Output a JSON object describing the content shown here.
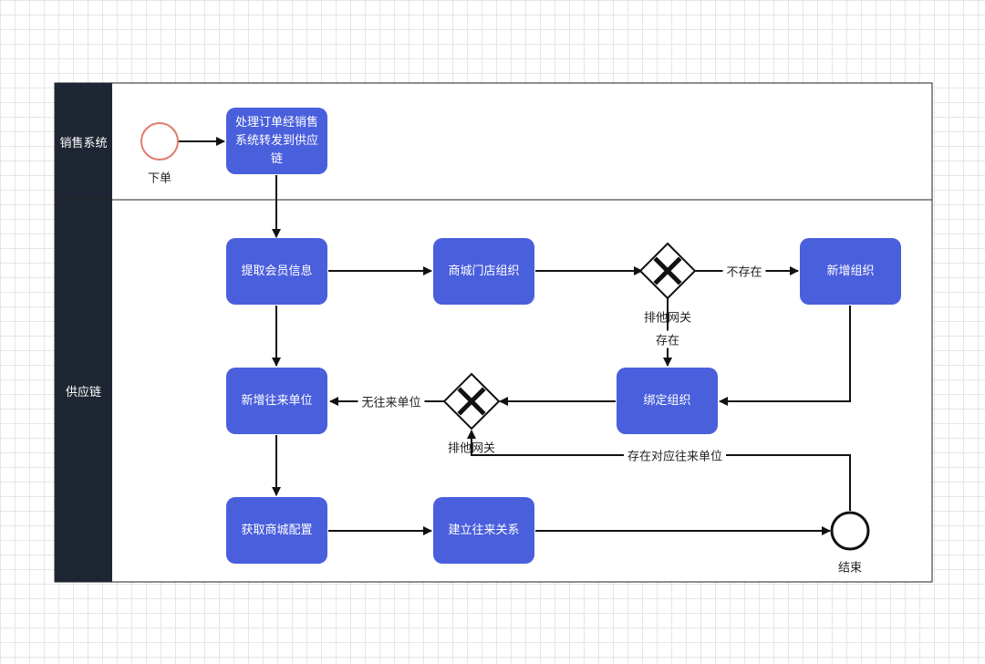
{
  "lanes": {
    "sales": "销售系统",
    "supply": "供应链"
  },
  "nodes": {
    "start": "下单",
    "process_order": "处理订单经销售系统转发到供应链",
    "fetch_member": "提取会员信息",
    "mall_store_org": "商城门店组织",
    "add_org": "新增组织",
    "bind_org": "绑定组织",
    "add_partner": "新增往来单位",
    "get_mall_config": "获取商城配置",
    "build_relation": "建立往来关系",
    "end": "结束"
  },
  "gateways": {
    "gateway_1": "排他网关",
    "gateway_2": "排他网关"
  },
  "edges": {
    "not_exist": "不存在",
    "exist": "存在",
    "no_partner": "无往来单位",
    "has_partner": "存在对应往来单位"
  },
  "colors": {
    "node_fill": "#4a5fdc",
    "lane_header": "#1f2633",
    "start_stroke": "#e07b6e",
    "line": "#111111"
  }
}
